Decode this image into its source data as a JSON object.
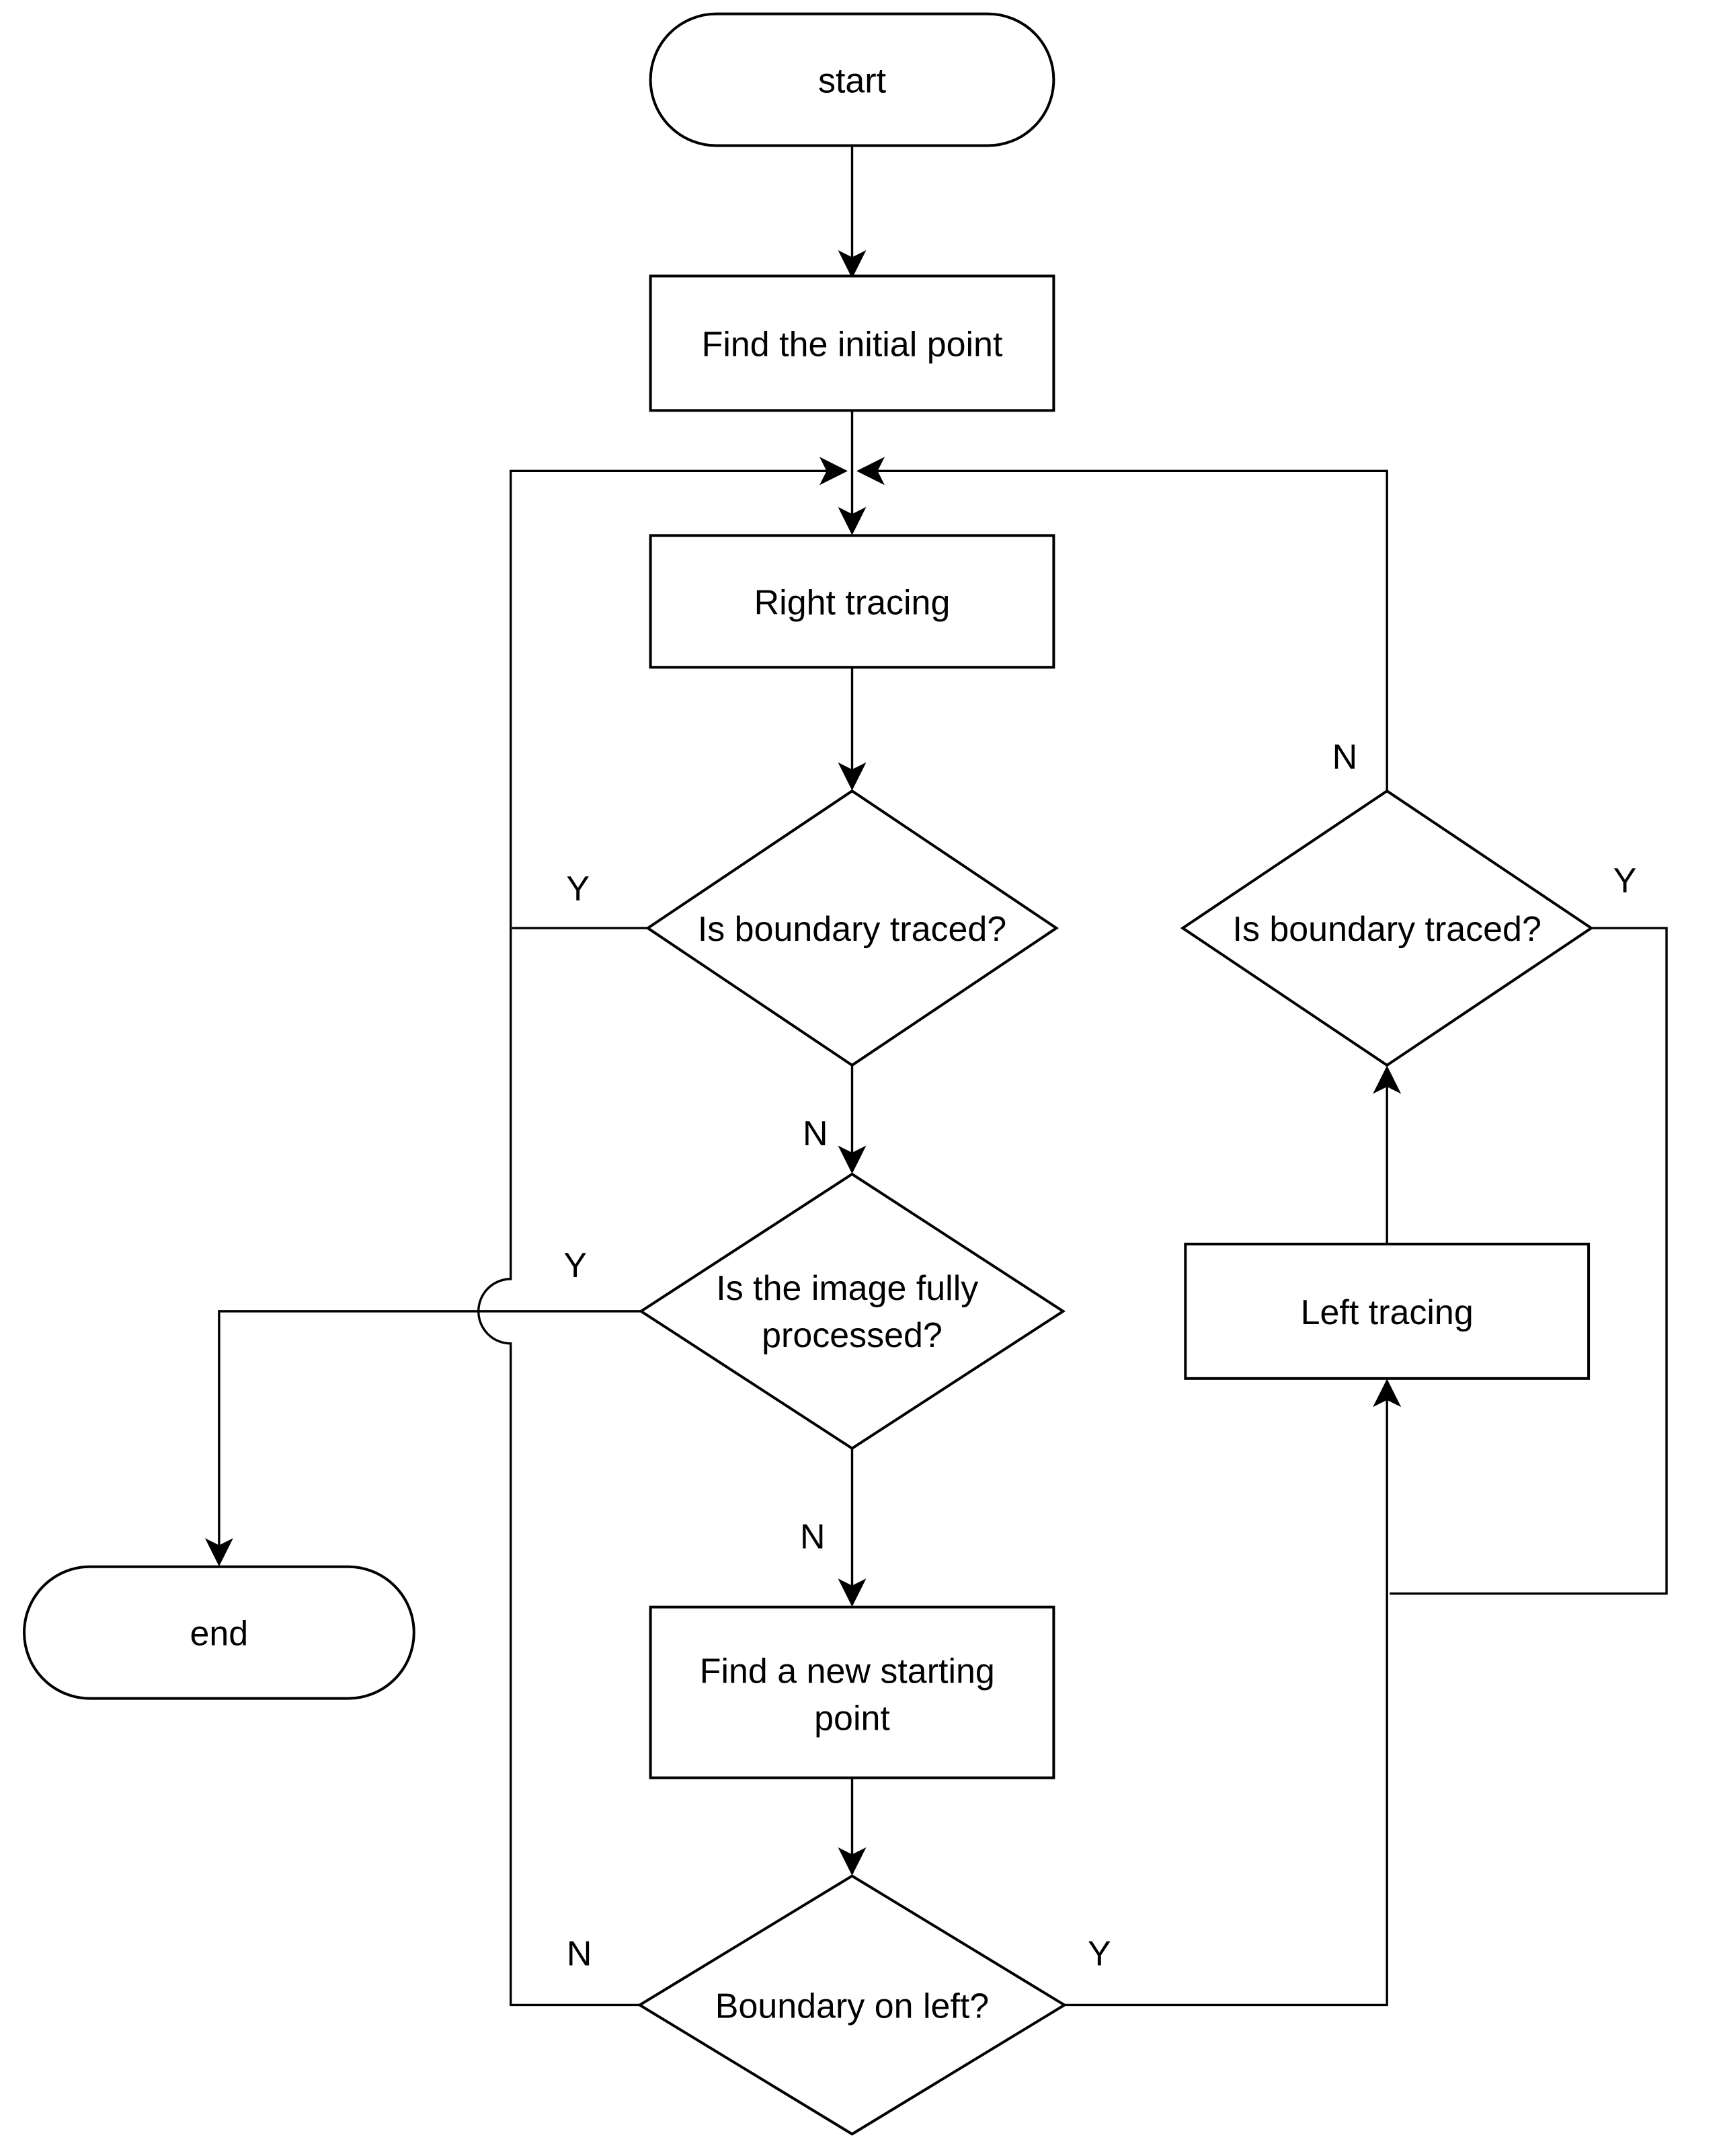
{
  "diagram": {
    "type": "flowchart",
    "colors": {
      "background": "#ffffff",
      "line": "#000000",
      "text": "#000000"
    },
    "nodes": {
      "start": {
        "shape": "terminator",
        "label": "start"
      },
      "find_initial": {
        "shape": "process",
        "label": "Find the initial point"
      },
      "right_tracing": {
        "shape": "process",
        "label": "Right tracing"
      },
      "is_boundary_traced_left": {
        "shape": "decision",
        "label": "Is boundary traced?"
      },
      "is_image_fully_processed": {
        "shape": "decision",
        "label": "Is the image fully processed?",
        "line1": "Is the image fully",
        "line2": "processed?"
      },
      "find_new_start": {
        "shape": "process",
        "label": "Find a new starting point",
        "line1": "Find a new starting",
        "line2": "point"
      },
      "boundary_on_left": {
        "shape": "decision",
        "label": "Boundary on left?"
      },
      "left_tracing": {
        "shape": "process",
        "label": "Left tracing"
      },
      "is_boundary_traced_right": {
        "shape": "decision",
        "label": "Is boundary traced?"
      },
      "end": {
        "shape": "terminator",
        "label": "end"
      }
    },
    "edge_labels": {
      "left_traced_yes": "Y",
      "left_traced_no": "N",
      "fully_processed_yes": "Y",
      "fully_processed_no": "N",
      "boundary_left_no": "N",
      "boundary_left_yes": "Y",
      "right_traced_no": "N",
      "right_traced_yes": "Y"
    },
    "edges": [
      {
        "from": "start",
        "to": "find_initial",
        "label": ""
      },
      {
        "from": "find_initial",
        "to": "right_tracing",
        "label": ""
      },
      {
        "from": "right_tracing",
        "to": "is_boundary_traced_left",
        "label": ""
      },
      {
        "from": "is_boundary_traced_left",
        "to": "right_tracing",
        "label": "Y",
        "note": "via left rail up to merge junction above Right tracing"
      },
      {
        "from": "is_boundary_traced_left",
        "to": "is_image_fully_processed",
        "label": "N"
      },
      {
        "from": "is_image_fully_processed",
        "to": "end",
        "label": "Y",
        "note": "horizontal line passes under a line-jump arc on the left rail"
      },
      {
        "from": "is_image_fully_processed",
        "to": "find_new_start",
        "label": "N"
      },
      {
        "from": "find_new_start",
        "to": "boundary_on_left",
        "label": ""
      },
      {
        "from": "boundary_on_left",
        "to": "right_tracing",
        "label": "N",
        "note": "via left rail up to merge junction above Right tracing"
      },
      {
        "from": "boundary_on_left",
        "to": "left_tracing",
        "label": "Y",
        "note": "via right rail going up"
      },
      {
        "from": "left_tracing",
        "to": "is_boundary_traced_right",
        "label": ""
      },
      {
        "from": "is_boundary_traced_right",
        "to": "right_tracing",
        "label": "N",
        "note": "up and left into merge junction above Right tracing"
      },
      {
        "from": "is_boundary_traced_right",
        "to": "left_tracing",
        "label": "Y",
        "note": "via far-right loop down, then left into right rail"
      }
    ]
  }
}
